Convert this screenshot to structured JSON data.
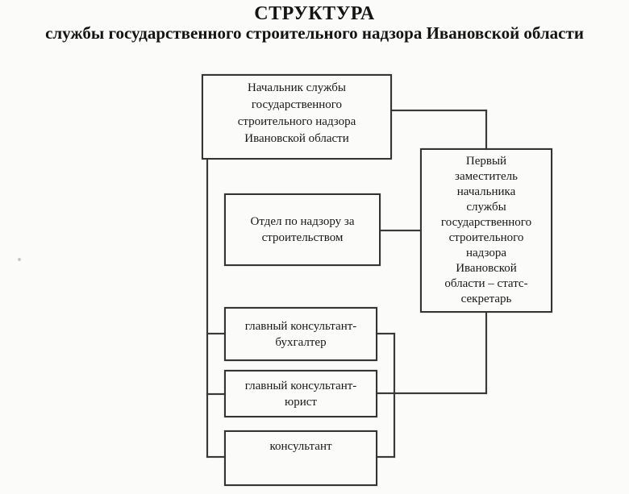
{
  "page": {
    "title": "СТРУКТУРА",
    "subtitle": "службы государственного строительного надзора Ивановской области"
  },
  "org": {
    "nodes": [
      {
        "id": "head",
        "label": "Начальник службы\nгосударственного\nстроительного надзора\nИвановской области"
      },
      {
        "id": "first-deputy",
        "label": "Первый\nзаместитель\nначальника\nслужбы\nгосударственного\nстроительного\nнадзора\nИвановской\nобласти – статс-\nсекретарь"
      },
      {
        "id": "construction-supervision-dept",
        "label": "Отдел по надзору за\nстроительством"
      },
      {
        "id": "chief-consultant-accountant",
        "label": "главный консультант-\nбухгалтер"
      },
      {
        "id": "chief-consultant-lawyer",
        "label": "главный консультант-\nюрист"
      },
      {
        "id": "consultant",
        "label": "консультант"
      }
    ],
    "edges": [
      {
        "from": "head",
        "to": "first-deputy"
      },
      {
        "from": "first-deputy",
        "to": "construction-supervision-dept"
      },
      {
        "from": "head",
        "to": "chief-consultant-accountant"
      },
      {
        "from": "head",
        "to": "chief-consultant-lawyer"
      },
      {
        "from": "head",
        "to": "consultant"
      },
      {
        "from": "first-deputy",
        "to": "chief-consultant-lawyer"
      },
      {
        "from": "chief-consultant-accountant",
        "to": "consultant"
      }
    ]
  },
  "colors": {
    "line": "#3a3a3a",
    "text": "#181818",
    "background": "#fbfbfa"
  }
}
